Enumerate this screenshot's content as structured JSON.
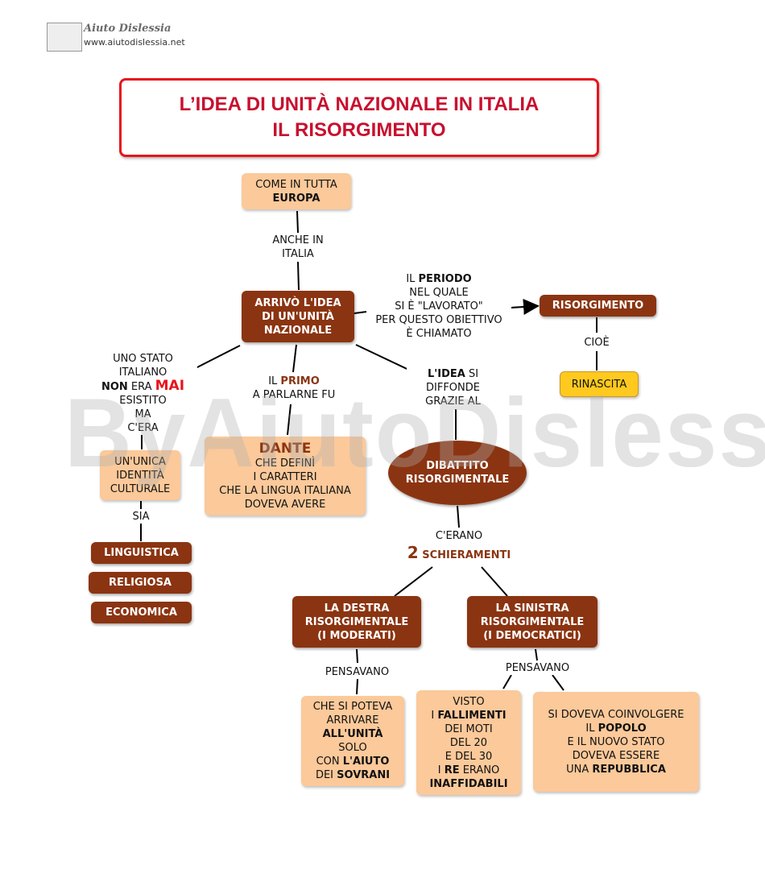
{
  "header": {
    "logo_title": "Aiuto Dislessia",
    "logo_url": "www.aiutodislessia.net"
  },
  "watermark": "ByAiutoDislessia.net",
  "title": {
    "line1": "L’IDEA DI UNITÀ NAZIONALE IN ITALIA",
    "line2": "IL RISORGIMENTO"
  },
  "nodes": {
    "europa": {
      "l1": "COME IN  TUTTA",
      "l2": "EUROPA"
    },
    "anche_in_italia": {
      "l1": "ANCHE IN",
      "l2": "ITALIA"
    },
    "arrivo": {
      "l1": "ARRIVÒ L'IDEA",
      "l2": "DI UN'UNITÀ",
      "l3": "NAZIONALE"
    },
    "periodo": {
      "a": "IL ",
      "b": "PERIODO",
      "l2": "NEL QUALE",
      "l3": "SI È \"LAVORATO\"",
      "l4": "PER QUESTO OBIETTIVO",
      "l5": "È CHIAMATO"
    },
    "risorgimento": "RISORGIMENTO",
    "cioe": "CIOÈ",
    "rinascita": "RINASCITA",
    "stato": {
      "l1": "UNO STATO",
      "l2": "ITALIANO",
      "non": "NON",
      "era": " ERA ",
      "mai": "MAI",
      "l4": "ESISTITO",
      "l5": "MA",
      "l6": "C'ERA"
    },
    "identita": {
      "l1": "UN'UNICA",
      "l2": "IDENTITÀ",
      "l3": "CULTURALE"
    },
    "sia": "SIA",
    "linguistica": "LINGUISTICA",
    "religiosa": "RELIGIOSA",
    "economica": "ECONOMICA",
    "primo": {
      "a": "IL ",
      "b": "PRIMO",
      "l2": "A PARLARNE FU"
    },
    "dante": {
      "name": "DANTE",
      "l2": "CHE DEFINÌ",
      "l3": "I CARATTERI",
      "l4": "CHE LA LINGUA ITALIANA",
      "l5": "DOVEVA AVERE"
    },
    "lidea": {
      "a": "L'IDEA",
      "b": " SI",
      "l2": "DIFFONDE",
      "l3": "GRAZIE AL"
    },
    "dibattito": {
      "l1": "DIBATTITO",
      "l2": "RISORGIMENTALE"
    },
    "cerano": "C'ERANO",
    "schieramenti": {
      "num": "2",
      "txt": " SCHIERAMENTI"
    },
    "destra": {
      "l1": "LA DESTRA",
      "l2": "RISORGIMENTALE",
      "l3": "(I MODERATI)"
    },
    "sinistra": {
      "l1": "LA SINISTRA",
      "l2": "RISORGIMENTALE",
      "l3": "(I DEMOCRATICI)"
    },
    "pensavano_dx": "PENSAVANO",
    "pensavano_sx": "PENSAVANO",
    "potevano": {
      "l1": "CHE SI POTEVA",
      "l2": "ARRIVARE",
      "l3": "ALL'UNITÀ",
      "l4": "SOLO",
      "l5a": "CON ",
      "l5b": "L'AIUTO",
      "l6a": "DEI ",
      "l6b": "SOVRANI"
    },
    "visto": {
      "l1": "VISTO",
      "l2a": "I ",
      "l2b": "FALLIMENTI",
      "l3": "DEI MOTI",
      "l4": "DEL 20",
      "l5": "E DEL 30",
      "l6a": "I ",
      "l6b": "RE",
      "l6c": " ERANO",
      "l7": "INAFFIDABILI"
    },
    "popolo": {
      "l1": "SI DOVEVA COINVOLGERE",
      "l2a": "IL ",
      "l2b": "POPOLO",
      "l3": "E IL NUOVO STATO",
      "l4": "DOVEVA ESSERE",
      "l5a": "UNA ",
      "l5b": "REPUBBLICA"
    }
  }
}
